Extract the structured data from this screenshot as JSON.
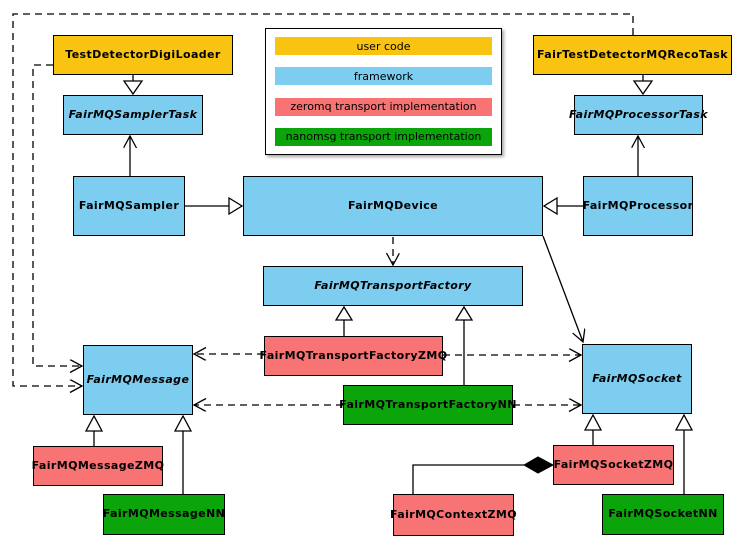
{
  "legend": {
    "items": [
      {
        "label": "user code",
        "color": "#F8C311",
        "category": "user-code"
      },
      {
        "label": "framework",
        "color": "#7DCDF0",
        "category": "framework"
      },
      {
        "label": "zeromq transport implementation",
        "color": "#F87474",
        "category": "zeromq"
      },
      {
        "label": "nanomsg transport implementation",
        "color": "#0BA50B",
        "category": "nanomsg"
      }
    ]
  },
  "nodes": {
    "test_detector_digi_loader": {
      "label": "TestDetectorDigiLoader",
      "category": "user-code",
      "abstract": false
    },
    "fair_test_detector_mq_reco_task": {
      "label": "FairTestDetectorMQRecoTask",
      "category": "user-code",
      "abstract": false
    },
    "fair_mq_sampler_task": {
      "label": "FairMQSamplerTask",
      "category": "framework",
      "abstract": true
    },
    "fair_mq_processor_task": {
      "label": "FairMQProcessorTask",
      "category": "framework",
      "abstract": true
    },
    "fair_mq_sampler": {
      "label": "FairMQSampler",
      "category": "framework",
      "abstract": false
    },
    "fair_mq_device": {
      "label": "FairMQDevice",
      "category": "framework",
      "abstract": false
    },
    "fair_mq_processor": {
      "label": "FairMQProcessor",
      "category": "framework",
      "abstract": false
    },
    "fair_mq_transport_factory": {
      "label": "FairMQTransportFactory",
      "category": "framework",
      "abstract": true
    },
    "fair_mq_transport_factory_zmq": {
      "label": "FairMQTransportFactoryZMQ",
      "category": "zeromq",
      "abstract": false
    },
    "fair_mq_transport_factory_nn": {
      "label": "FairMQTransportFactoryNN",
      "category": "nanomsg",
      "abstract": false
    },
    "fair_mq_message": {
      "label": "FairMQMessage",
      "category": "framework",
      "abstract": true
    },
    "fair_mq_socket": {
      "label": "FairMQSocket",
      "category": "framework",
      "abstract": true
    },
    "fair_mq_message_zmq": {
      "label": "FairMQMessageZMQ",
      "category": "zeromq",
      "abstract": false
    },
    "fair_mq_message_nn": {
      "label": "FairMQMessageNN",
      "category": "nanomsg",
      "abstract": false
    },
    "fair_mq_context_zmq": {
      "label": "FairMQContextZMQ",
      "category": "zeromq",
      "abstract": false
    },
    "fair_mq_socket_zmq": {
      "label": "FairMQSocketZMQ",
      "category": "zeromq",
      "abstract": false
    },
    "fair_mq_socket_nn": {
      "label": "FairMQSocketNN",
      "category": "nanomsg",
      "abstract": false
    }
  },
  "edges": [
    {
      "from": "TestDetectorDigiLoader",
      "to": "FairMQSamplerTask",
      "type": "inheritance"
    },
    {
      "from": "FairTestDetectorMQRecoTask",
      "to": "FairMQProcessorTask",
      "type": "inheritance"
    },
    {
      "from": "FairMQSampler",
      "to": "FairMQSamplerTask",
      "type": "association"
    },
    {
      "from": "FairMQProcessor",
      "to": "FairMQProcessorTask",
      "type": "association"
    },
    {
      "from": "FairMQSampler",
      "to": "FairMQDevice",
      "type": "inheritance"
    },
    {
      "from": "FairMQProcessor",
      "to": "FairMQDevice",
      "type": "inheritance"
    },
    {
      "from": "FairMQDevice",
      "to": "FairMQTransportFactory",
      "type": "dependency"
    },
    {
      "from": "FairMQDevice",
      "to": "FairMQSocket",
      "type": "association"
    },
    {
      "from": "TestDetectorDigiLoader",
      "to": "FairMQMessage",
      "type": "dependency"
    },
    {
      "from": "FairTestDetectorMQRecoTask",
      "to": "FairMQMessage",
      "type": "dependency"
    },
    {
      "from": "FairMQTransportFactoryZMQ",
      "to": "FairMQTransportFactory",
      "type": "inheritance"
    },
    {
      "from": "FairMQTransportFactoryNN",
      "to": "FairMQTransportFactory",
      "type": "inheritance"
    },
    {
      "from": "FairMQTransportFactoryZMQ",
      "to": "FairMQMessage",
      "type": "dependency"
    },
    {
      "from": "FairMQTransportFactoryZMQ",
      "to": "FairMQSocket",
      "type": "dependency"
    },
    {
      "from": "FairMQTransportFactoryNN",
      "to": "FairMQMessage",
      "type": "dependency"
    },
    {
      "from": "FairMQTransportFactoryNN",
      "to": "FairMQSocket",
      "type": "dependency"
    },
    {
      "from": "FairMQMessageZMQ",
      "to": "FairMQMessage",
      "type": "inheritance"
    },
    {
      "from": "FairMQMessageNN",
      "to": "FairMQMessage",
      "type": "inheritance"
    },
    {
      "from": "FairMQSocketZMQ",
      "to": "FairMQSocket",
      "type": "inheritance"
    },
    {
      "from": "FairMQSocketNN",
      "to": "FairMQSocket",
      "type": "inheritance"
    },
    {
      "from": "FairMQContextZMQ",
      "to": "FairMQSocketZMQ",
      "type": "composition"
    }
  ]
}
